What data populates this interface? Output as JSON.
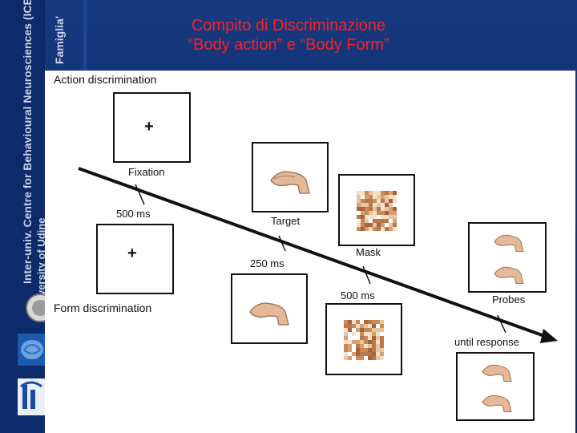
{
  "header": {
    "title_line1": "Compito di Discriminazione",
    "title_line2": "“Body action” e “Body Form”",
    "title_color": "#ff1e1e"
  },
  "sidebar": {
    "text_1": "Inter-univ. Centre for Behavioural Neurosciences (ICBN)",
    "text_2": "University of Udine",
    "text_3": "Famiglia'"
  },
  "diagram": {
    "action_title": "Action discrimination",
    "form_title": "Form discrimination",
    "fixation_label": "Fixation",
    "target_label": "Target",
    "mask_label": "Mask",
    "probes_label": "Probes",
    "t_500_a": "500 ms",
    "t_250": "250 ms",
    "t_500_b": "500 ms",
    "until_response": "until response",
    "fixation_symbol": "+",
    "fixation_symbol_2": "+"
  }
}
